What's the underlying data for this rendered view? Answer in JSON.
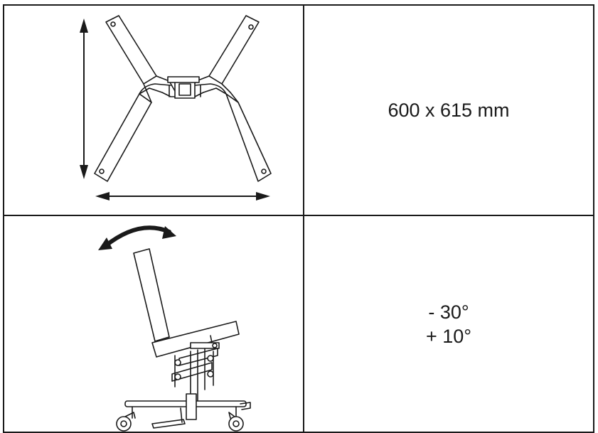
{
  "rows": [
    {
      "illustration_icon": "chair-base-top-view-icon",
      "value_lines": [
        "600 x 615 mm"
      ]
    },
    {
      "illustration_icon": "chair-seat-tilt-side-view-icon",
      "value_lines": [
        "- 30°",
        "+ 10°"
      ]
    }
  ],
  "colors": {
    "line": "#1a1a1a",
    "background": "#ffffff"
  }
}
